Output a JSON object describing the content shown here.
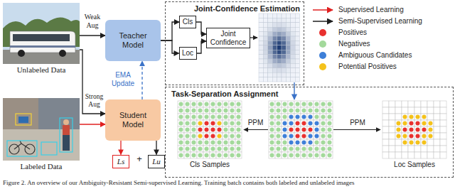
{
  "diagram": {
    "caption": "Figure 2. An overview of our Ambiguity-Resistant Semi-supervised Learning. Training batch contains both labeled and unlabeled images",
    "nodes": [
      {
        "text": [
          "Unlabeled Data"
        ]
      },
      {
        "text": [
          "Teacher Model"
        ]
      },
      {
        "text": [
          "Joint-Confidence Estimation"
        ]
      },
      {
        "text": [
          "Cls"
        ],
        "in": 2
      },
      {
        "text": [
          "Loc"
        ],
        "in": 2
      },
      {
        "text": [
          "Joint Confidence"
        ],
        "in": 2
      },
      {
        "text": [
          "Labeled Data"
        ]
      },
      {
        "text": [
          "Student Model"
        ]
      },
      {
        "text": [
          "Task-Separation Assignment"
        ]
      },
      {
        "text": [
          "Ls"
        ]
      },
      {
        "text": [
          "Lu"
        ]
      }
    ],
    "edges": [
      {
        "from": 0,
        "to": 1,
        "arrow": "to",
        "label": "Weak Aug"
      },
      {
        "from": 0,
        "to": 7,
        "arrow": "to",
        "label": "Strong Aug"
      },
      {
        "from": 6,
        "to": 7,
        "arrow": "to"
      },
      {
        "from": 7,
        "to": 1,
        "arrow": "to",
        "label": "EMA Update"
      },
      {
        "from": 1,
        "to": 3,
        "arrow": "to"
      },
      {
        "from": 1,
        "to": 4,
        "arrow": "to"
      },
      {
        "from": 3,
        "to": 5,
        "arrow": "to"
      },
      {
        "from": 4,
        "to": 5,
        "arrow": "to"
      },
      {
        "from": 7,
        "to": 9,
        "arrow": "to"
      },
      {
        "from": 7,
        "to": 10,
        "arrow": "to"
      }
    ],
    "labels": [
      "+",
      "Cls Samples",
      "PPM",
      "PPM",
      "Loc Samples"
    ],
    "legend": [
      {
        "text": "Supervised Learning"
      },
      {
        "text": "Semi-Supervised Learning"
      },
      {
        "text": "Positives",
        "color": "#e8312f"
      },
      {
        "text": "Negatives",
        "color": "#a3d99b"
      },
      {
        "text": "Ambiguous Candidates",
        "color": "#3e7fd8"
      },
      {
        "text": "Potential Positives",
        "color": "#f4c21b"
      }
    ]
  }
}
